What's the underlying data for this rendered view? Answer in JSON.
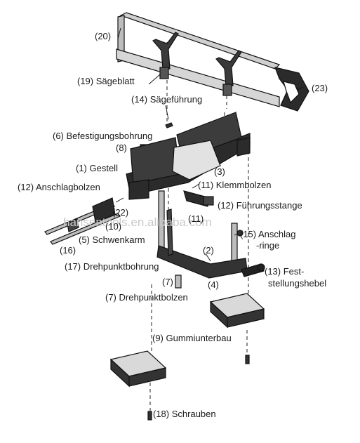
{
  "watermark": "hansentools.en.alibaba.com",
  "labels": {
    "l20": "(20)",
    "l19": "(19) Sägeblatt",
    "l23": "(23)",
    "l14": "(14) Sägeführung",
    "l6": "(6) Befestigungsbohrung",
    "l8": "(8)",
    "l1": "(1) Gestell",
    "l3": "(3)",
    "l11": "(11) Klemmbolzen",
    "l12a": "(12) Anschlagbolzen",
    "l12b": "(12) Führungsstange",
    "l22": "(22)",
    "l10": "(10)",
    "l11b": "(11)",
    "l15a": "(15) Anschlag",
    "l15b": "-ringe",
    "l5": "(5) Schwenkarm",
    "l16": "(16)",
    "l2": "(2)",
    "l17": "(17) Drehpunktbohrung",
    "l13a": "(13) Fest-",
    "l13b": "stellungshebel",
    "l7": "(7)",
    "l4": "(4)",
    "l7b": "(7) Drehpunktbolzen",
    "l9": "(9) Gummiunterbau",
    "l18": "(18) Schrauben"
  },
  "colors": {
    "metal": "#bdbdbd",
    "metal_dark": "#3a3a3a",
    "plastic": "#2b2b2b",
    "rubber_top": "#d9d9d9",
    "rubber_side": "#333333",
    "watermark": "#c9c9c9"
  }
}
